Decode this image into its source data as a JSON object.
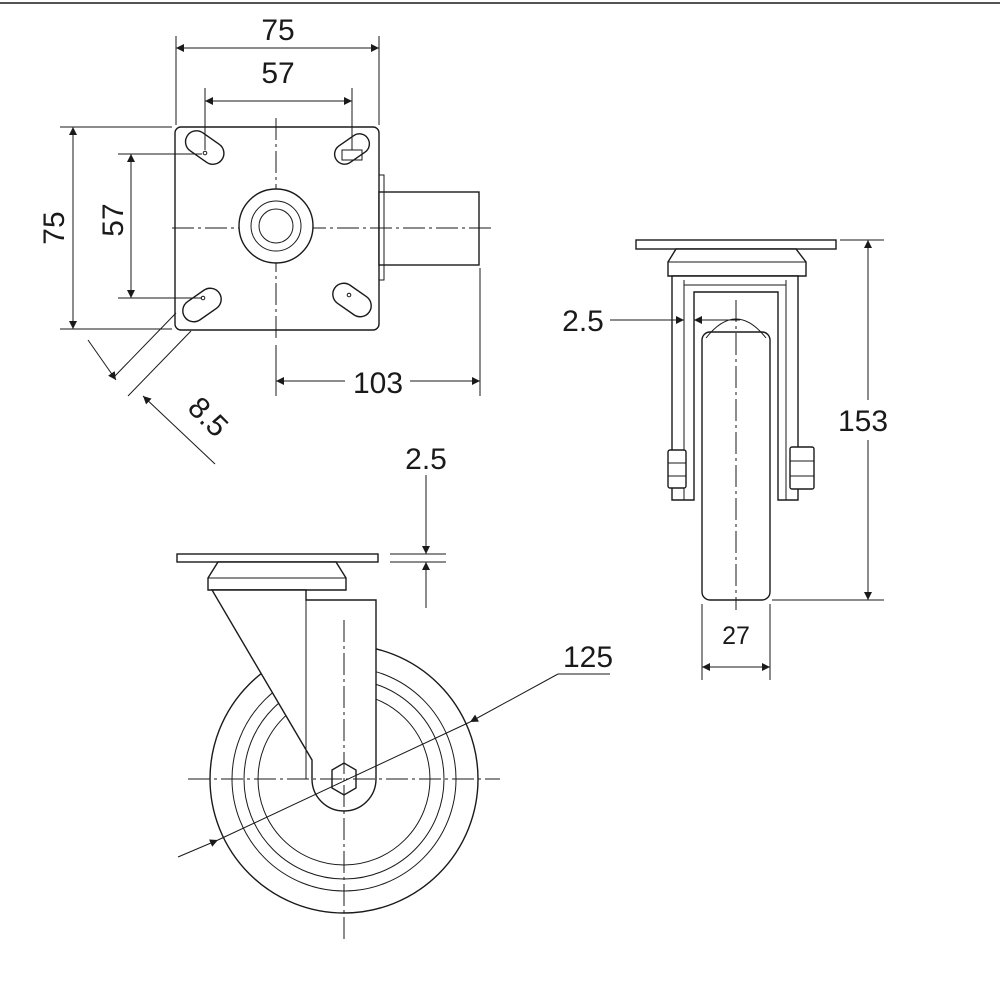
{
  "dimensions": {
    "top_plate_width": "75",
    "top_hole_spacing_x": "57",
    "top_plate_height": "75",
    "top_hole_spacing_y": "57",
    "slot_width": "8.5",
    "overall_length": "103",
    "side_frame_thickness": "2.5",
    "overall_height": "153",
    "wheel_width": "27",
    "plate_thickness": "2.5",
    "wheel_diameter": "125"
  },
  "colors": {
    "line": "#1a1a1a",
    "background": "#ffffff"
  }
}
